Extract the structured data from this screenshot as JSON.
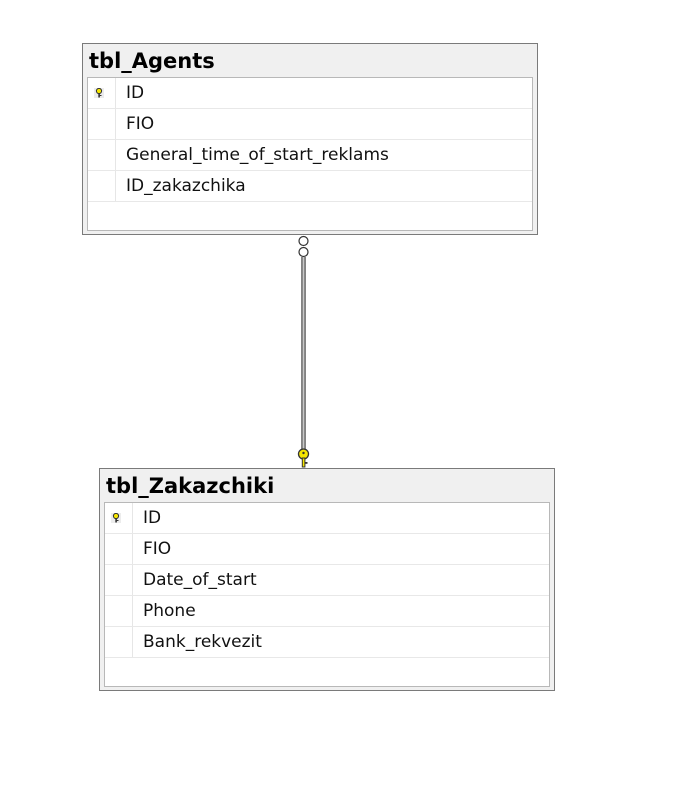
{
  "tables": [
    {
      "name": "tbl_Agents",
      "columns": [
        {
          "label": "ID",
          "primary_key": true
        },
        {
          "label": "FIO",
          "primary_key": false
        },
        {
          "label": "General_time_of_start_reklams",
          "primary_key": false
        },
        {
          "label": "ID_zakazchika",
          "primary_key": false
        }
      ]
    },
    {
      "name": "tbl_Zakazchiki",
      "columns": [
        {
          "label": "ID",
          "primary_key": true
        },
        {
          "label": "FIO",
          "primary_key": false
        },
        {
          "label": "Date_of_start",
          "primary_key": false
        },
        {
          "label": "Phone",
          "primary_key": false
        },
        {
          "label": "Bank_rekvezit",
          "primary_key": false
        }
      ]
    }
  ],
  "relationship": {
    "from_table": "tbl_Agents",
    "from_end": "many (infinity-icon)",
    "to_table": "tbl_Zakazchiki",
    "to_end": "one (key-icon)",
    "key_color": "#f5e600"
  }
}
